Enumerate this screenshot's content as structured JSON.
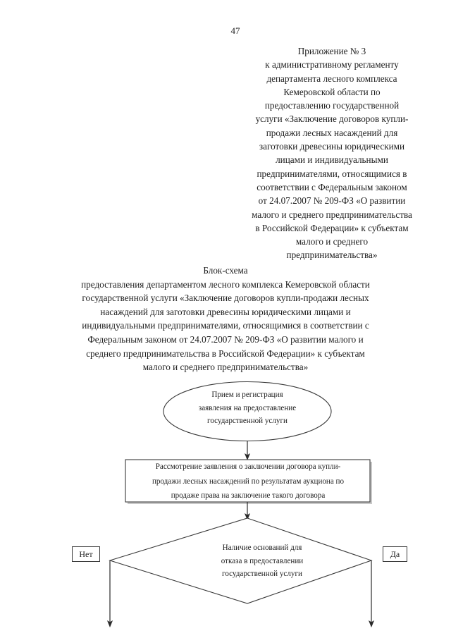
{
  "document": {
    "page_number": "47",
    "appendix_header": {
      "lines": [
        "Приложение № 3",
        "к административному регламенту",
        "департамента лесного комплекса",
        "Кемеровской области по",
        "предоставлению государственной",
        "услуги «Заключение договоров купли-",
        "продажи лесных насаждений для",
        "заготовки древесины юридическими",
        "лицами и индивидуальными",
        "предпринимателями, относящимися в",
        "соответствии с Федеральным законом",
        "от 24.07.2007 № 209-ФЗ «О развитии",
        "малого и среднего предпринимательства",
        "в Российской Федерации» к субъектам",
        "малого и среднего",
        "предпринимательства»"
      ]
    },
    "scheme_title": {
      "lines": [
        "Блок-схема",
        "предоставления департаментом лесного комплекса Кемеровской области",
        "государственной услуги «Заключение договоров купли-продажи лесных",
        "насаждений для заготовки древесины юридическими лицами и",
        "индивидуальными предпринимателями, относящимися в соответствии с",
        "Федеральным законом от 24.07.2007 № 209-ФЗ «О развитии малого и",
        "среднего предпринимательства в Российской Федерации» к субъектам",
        "малого и среднего предпринимательства»"
      ]
    }
  },
  "flowchart": {
    "line_color": "#3a3a3a",
    "fill_color": "#ffffff",
    "nodes": {
      "start_ellipse": {
        "shape": "ellipse",
        "lines": [
          "Прием и регистрация",
          "заявления на предоставление",
          "государственной услуги"
        ]
      },
      "review_rect": {
        "shape": "rectangle",
        "lines": [
          "Рассмотрение заявления о заключении договора купли-",
          "продажи лесных насаждений по результатам аукциона по",
          "продаже права на заключение такого договора"
        ]
      },
      "decision_diamond": {
        "shape": "diamond",
        "lines": [
          "Наличие оснований для",
          "отказа в предоставлении",
          "государственной услуги"
        ]
      }
    },
    "branches": {
      "no_label": "Нет",
      "yes_label": "Да"
    }
  }
}
